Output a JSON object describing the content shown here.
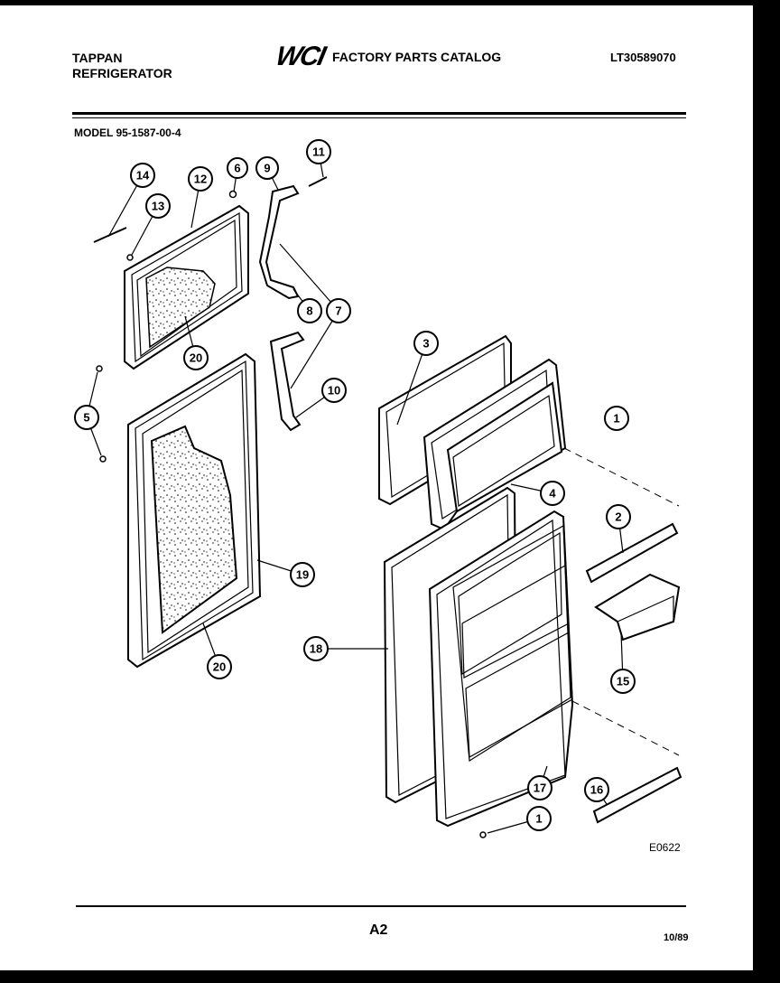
{
  "header": {
    "brand_line1": "TAPPAN",
    "brand_line2": "REFRIGERATOR",
    "logo": "WCI",
    "catalog_title": "FACTORY PARTS CATALOG",
    "part_number": "LT30589070"
  },
  "model_label": "MODEL 95-1587-00-4",
  "diagram_code": "E0622",
  "footer": {
    "page_code": "A2",
    "date": "10/89"
  },
  "callouts": [
    "1",
    "2",
    "3",
    "4",
    "5",
    "6",
    "7",
    "8",
    "9",
    "10",
    "11",
    "12",
    "13",
    "14",
    "15",
    "16",
    "17",
    "18",
    "19",
    "20"
  ]
}
